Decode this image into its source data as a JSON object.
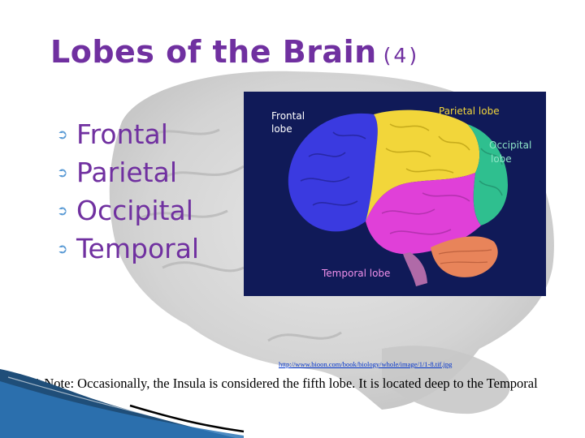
{
  "slide": {
    "title": "Lobes of the Brain",
    "title_suffix": "(4)",
    "bullets": [
      {
        "label": "Frontal"
      },
      {
        "label": "Parietal"
      },
      {
        "label": "Occipital"
      },
      {
        "label": "Temporal"
      }
    ],
    "bullet_icon": "arrow-bullet-icon",
    "diagram": {
      "labels": {
        "frontal_line1": "Frontal",
        "frontal_line2": "lobe",
        "parietal": "Parietal lobe",
        "occipital_line1": "Occipital",
        "occipital_line2": "lobe",
        "temporal": "Temporal lobe"
      }
    },
    "credit": "http://www.bioon.com/book/biology/whole/image/1/1-8.tif.jpg",
    "note": "*  Note:  Occasionally, the Insula is considered the fifth lobe.  It is located deep to the Temporal Lobe."
  },
  "colors": {
    "title": "#7030a0",
    "bullet_mark": "#5b9bd5",
    "diagram_bg": "#101a58",
    "frontal": "#3a3ae0",
    "parietal": "#f2d63a",
    "occipital": "#2fbf8f",
    "temporal": "#e040d8",
    "cerebellum": "#e8845a",
    "brainstem": "#b06aa8"
  }
}
